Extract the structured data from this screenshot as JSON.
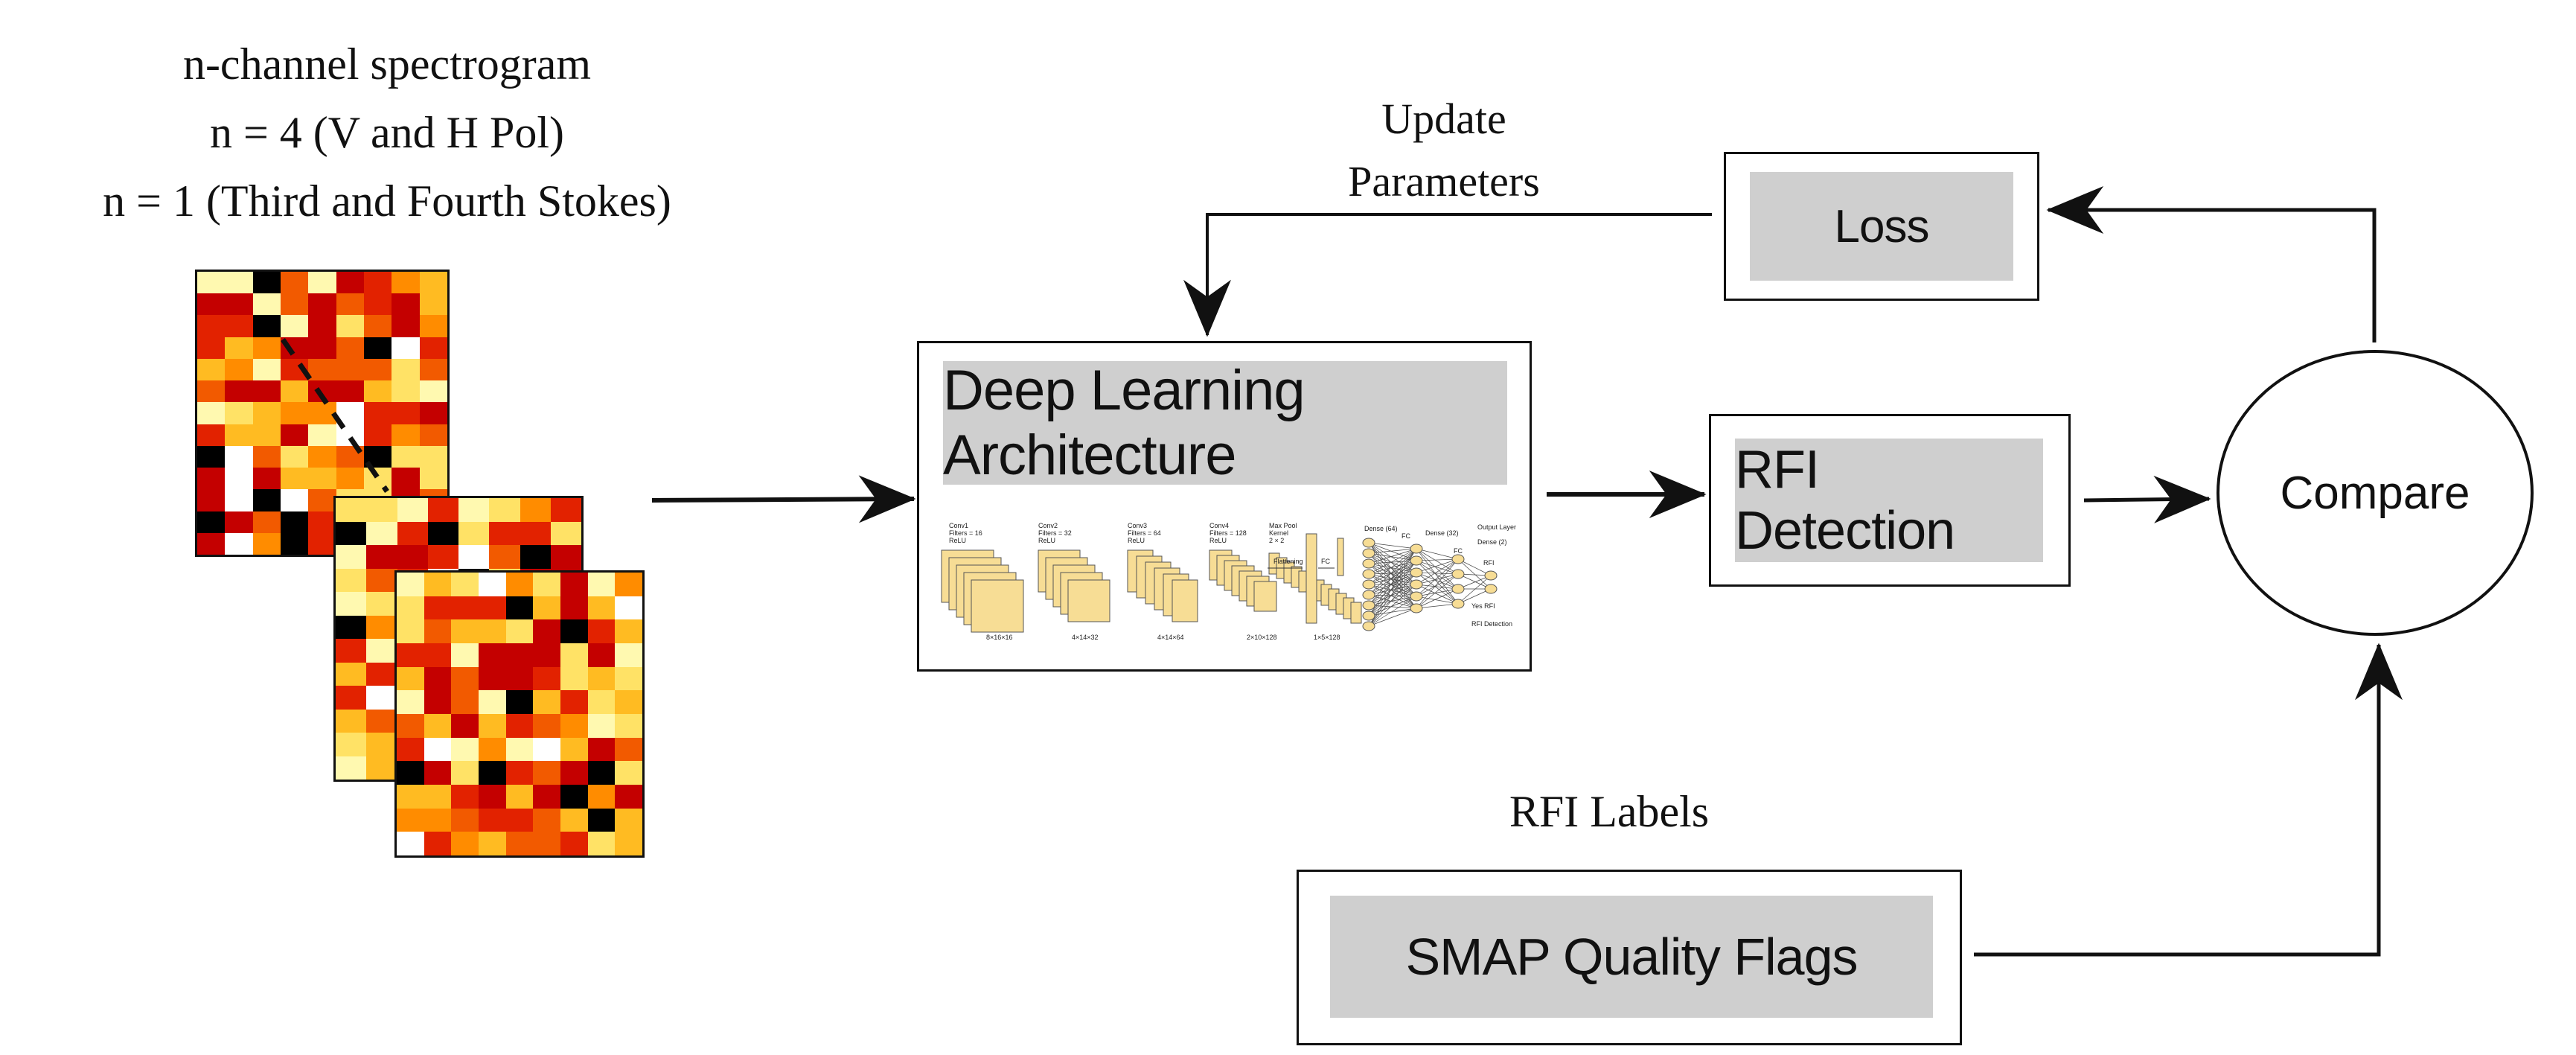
{
  "spectrogram": {
    "title_lines": [
      "n-channel spectrogram",
      "n = 4 (V and H Pol)",
      "n = 1 (Third and Fourth Stokes)"
    ]
  },
  "boxes": {
    "dl": "Deep Learning Architecture",
    "rfi": "RFI Detection",
    "loss": "Loss",
    "smap": "SMAP Quality Flags",
    "compare": "Compare"
  },
  "labels": {
    "update_line1": "Update",
    "update_line2": "Parameters",
    "rfi_labels": "RFI Labels"
  },
  "architecture": {
    "layers": [
      {
        "name": "Conv1",
        "detail1": "Filters = 16",
        "detail2": "ReLU",
        "dims": "8×16×16"
      },
      {
        "name": "Conv2",
        "detail1": "Filters = 32",
        "detail2": "ReLU",
        "dims": "4×14×32"
      },
      {
        "name": "Conv3",
        "detail1": "Filters = 64",
        "detail2": "ReLU",
        "dims": "4×14×64"
      },
      {
        "name": "Conv4",
        "detail1": "Filters = 128",
        "detail2": "ReLU",
        "dims": "2×10×128"
      },
      {
        "name": "Max Pool",
        "detail1": "Kernel",
        "detail2": "2 × 2",
        "dims": "1×5×128"
      }
    ],
    "flatten": "Flattening",
    "fc": "FC",
    "dense1": "Dense (64)",
    "dense2": "Dense (32)",
    "dense3": "Dense (2)",
    "output_layer": "Output Layer",
    "rfi": "RFI",
    "yes_rfi": "Yes RFI",
    "rfi_detection": "RFI Detection"
  },
  "colors": {
    "spectro_palette": [
      "#000000",
      "#c40000",
      "#e22200",
      "#f25a00",
      "#ff8c00",
      "#ffbb22",
      "#ffe266",
      "#fff9b0",
      "#ffffff"
    ],
    "box_fill": "#cfcfcf",
    "stroke": "#111111"
  }
}
